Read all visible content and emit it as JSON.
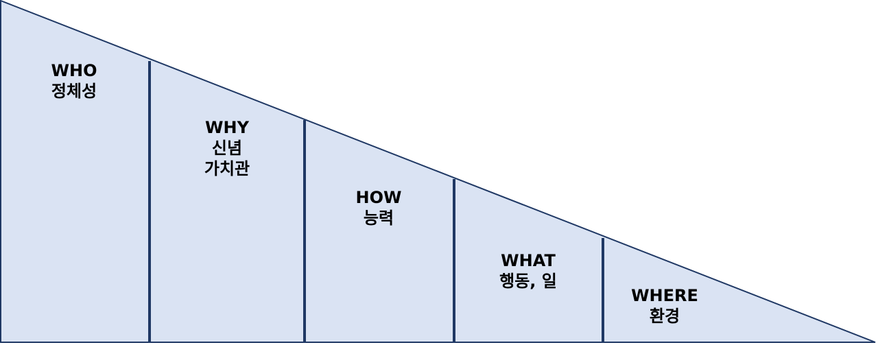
{
  "colors": {
    "fill": "#dae3f3",
    "outline": "#1f3864",
    "divider": "#1f3864",
    "text": "#000000"
  },
  "segments": [
    {
      "title": "WHO",
      "subtitle_lines": [
        "정체성"
      ]
    },
    {
      "title": "WHY",
      "subtitle_lines": [
        "신념",
        "가치관"
      ]
    },
    {
      "title": "HOW",
      "subtitle_lines": [
        "능력"
      ]
    },
    {
      "title": "WHAT",
      "subtitle_lines": [
        "행동, 일"
      ]
    },
    {
      "title": "WHERE",
      "subtitle_lines": [
        "환경"
      ]
    }
  ]
}
